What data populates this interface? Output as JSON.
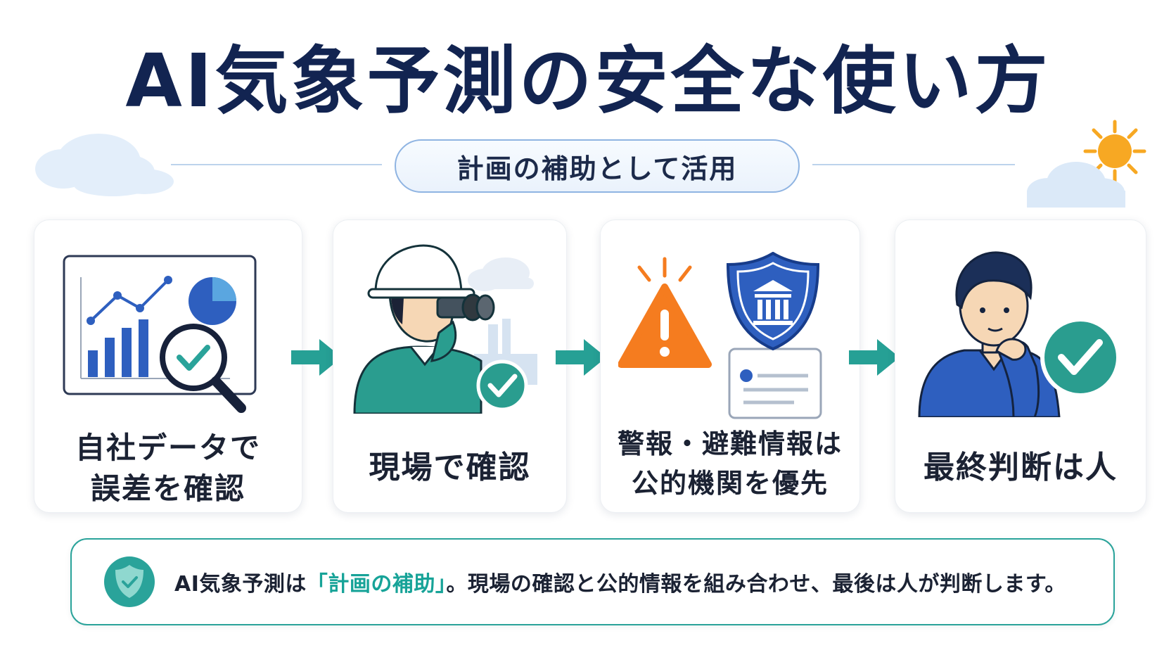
{
  "title": "AI気象予測の安全な使い方",
  "subtitle": "計画の補助として活用",
  "steps": [
    {
      "label_line1": "自社データで",
      "label_line2": "誤差を確認",
      "icon": "chart-magnifier-check-icon"
    },
    {
      "label_line1": "現場で確認",
      "icon": "worker-binoculars-icon"
    },
    {
      "label_line1": "警報・避難情報は",
      "label_line2": "公的機関を優先",
      "icon": "warning-shield-institution-icon"
    },
    {
      "label_line1": "最終判断は人",
      "icon": "thinking-person-check-icon"
    }
  ],
  "summary": {
    "text_before": "AI気象予測は",
    "highlight": "「計画の補助」",
    "text_after": "。現場の確認と公的情報を組み合わせ、最後は人が判断します。",
    "icon": "shield-check-icon"
  },
  "colors": {
    "navy": "#122451",
    "teal": "#2aa39a",
    "teal_highlight": "#17a398",
    "blue": "#2e5fbf",
    "warning_orange": "#f57c1f",
    "sun": "#f7a823",
    "cloud": "#e3eefa"
  },
  "decor": {
    "left_icon": "cloud-icon",
    "right_icon": "sun-cloud-icon"
  }
}
